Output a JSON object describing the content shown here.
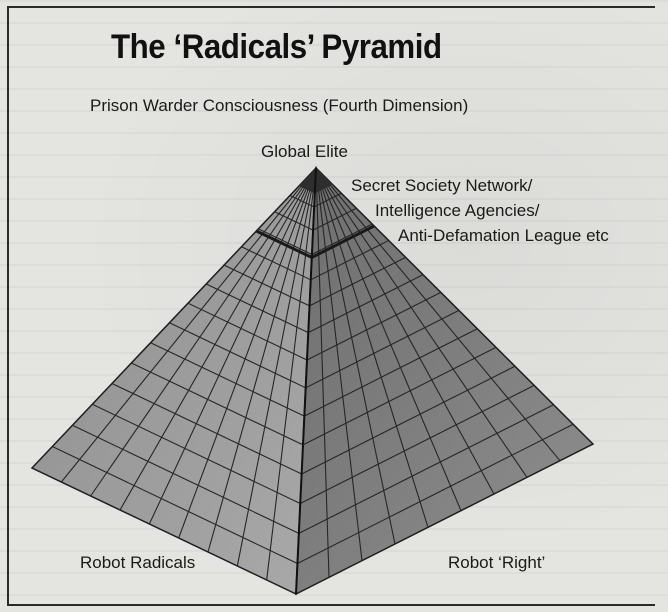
{
  "title": "The ‘Radicals’ Pyramid",
  "labels": {
    "fourth_dimension": "Prison Warder Consciousness (Fourth Dimension)",
    "global_elite": "Global Elite",
    "secret_society_line1": "Secret Society Network/",
    "secret_society_line2": "Intelligence Agencies/",
    "secret_society_line3": "Anti-Defamation League etc",
    "robot_radicals": "Robot Radicals",
    "robot_right": "Robot ‘Right’"
  },
  "colors": {
    "left_face": "#9a9a9a",
    "right_face": "#7f7f7f",
    "grid": "#2b2b2b",
    "apex": "#3a3a3a"
  }
}
